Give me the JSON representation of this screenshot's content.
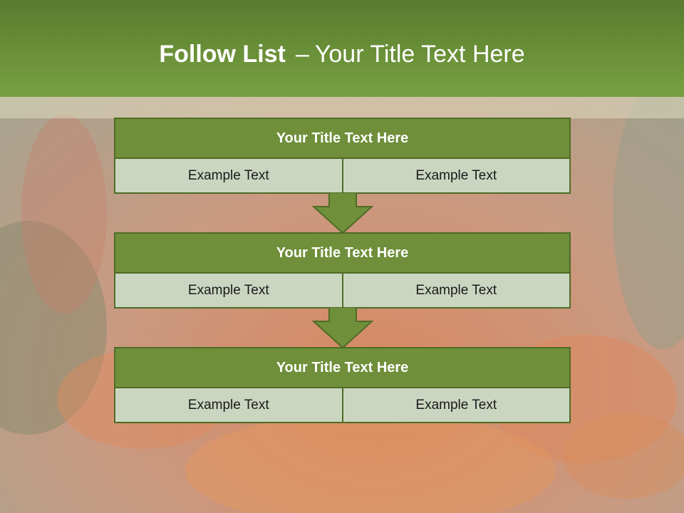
{
  "slide": {
    "title_bold": "Follow List",
    "title_separator": "–",
    "title_rest": "Your Title Text Here",
    "background": "red gerbera flower photo with water drops, faded",
    "accent_color": "#6f8f3a",
    "cell_color": "#cbd6c1"
  },
  "steps": [
    {
      "title": "Your Title Text Here",
      "left": "Example Text",
      "right": "Example Text"
    },
    {
      "title": "Your Title Text Here",
      "left": "Example Text",
      "right": "Example Text"
    },
    {
      "title": "Your Title Text Here",
      "left": "Example Text",
      "right": "Example Text"
    }
  ],
  "connectors": [
    "down-arrow-icon",
    "down-arrow-icon"
  ]
}
